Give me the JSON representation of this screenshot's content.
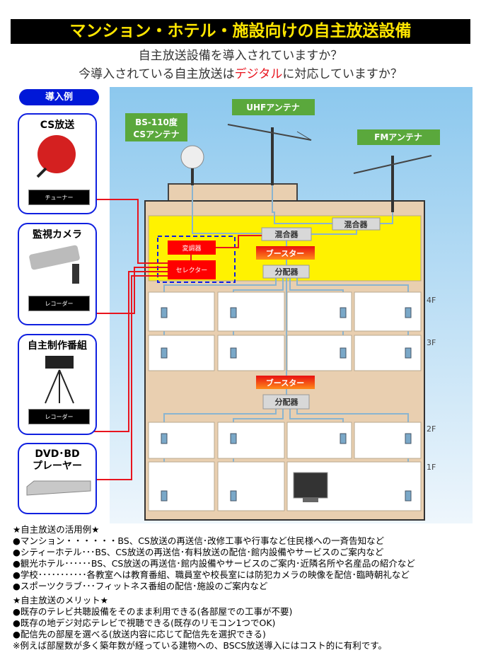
{
  "title": "マンション・ホテル・施設向けの自主放送設備",
  "subtitle1": "自主放送設備を導入されていますか？",
  "subtitle2_pre": "今導入されている自主放送は",
  "subtitle2_red": "デジタル",
  "subtitle2_post": "に対応していますか？",
  "examples_label": "導入例",
  "sources": [
    {
      "label": "CS放送",
      "device": "チューナー"
    },
    {
      "label": "監視カメラ",
      "device": "レコーダー"
    },
    {
      "label": "自主制作番組",
      "device": "レコーダー"
    },
    {
      "label": "DVD･BD\nプレーヤー",
      "label1": "DVD･BD",
      "label2": "プレーヤー"
    }
  ],
  "diagram": {
    "antenna_bs1": "BS-110度",
    "antenna_bs2": "CSアンテナ",
    "antenna_uhf": "UHFアンテナ",
    "antenna_fm": "FMアンテナ",
    "mixer": "混合器",
    "booster": "ブースター",
    "splitter": "分配器",
    "modulator": "変調器",
    "selector": "セレクター",
    "floors": [
      "4F",
      "3F",
      "2F",
      "1F"
    ]
  },
  "uses": {
    "heading": "★自主放送の活用例★",
    "items": [
      "●マンション・・・・・・BS、CS放送の再送信･改修工事や行事など住民様への一斉告知など",
      "●シティーホテル･･･BS、CS放送の再送信･有料放送の配信･館内設備やサービスのご案内など",
      "●観光ホテル･･････BS、CS放送の再送信･館内設備やサービスのご案内･近隣名所や名産品の紹介など",
      "●学校･･･････････各教室へは教育番組、職員室や校長室には防犯カメラの映像を配信･臨時朝礼など",
      "●スポーツクラブ･･･フィットネス番組の配信･施設のご案内など"
    ]
  },
  "merits": {
    "heading": "★自主放送のメリット★",
    "items": [
      "●既存のテレビ共聴設備をそのまま利用できる(各部屋での工事が不要)",
      "●既存の地デジ対応テレビで視聴できる(既存のリモコン1つでOK)",
      "●配信先の部屋を選べる(放送内容に応じて配信先を選択できる)",
      "※例えば部屋数が多く築年数が経っている建物への、BSCS放送導入にはコスト的に有利です。"
    ]
  },
  "colors": {
    "title_bg": "#000000",
    "title_fg": "#ffe600",
    "accent_blue": "#1020e0",
    "signal_red": "#e8141e",
    "floor_yellow": "#fff200"
  }
}
